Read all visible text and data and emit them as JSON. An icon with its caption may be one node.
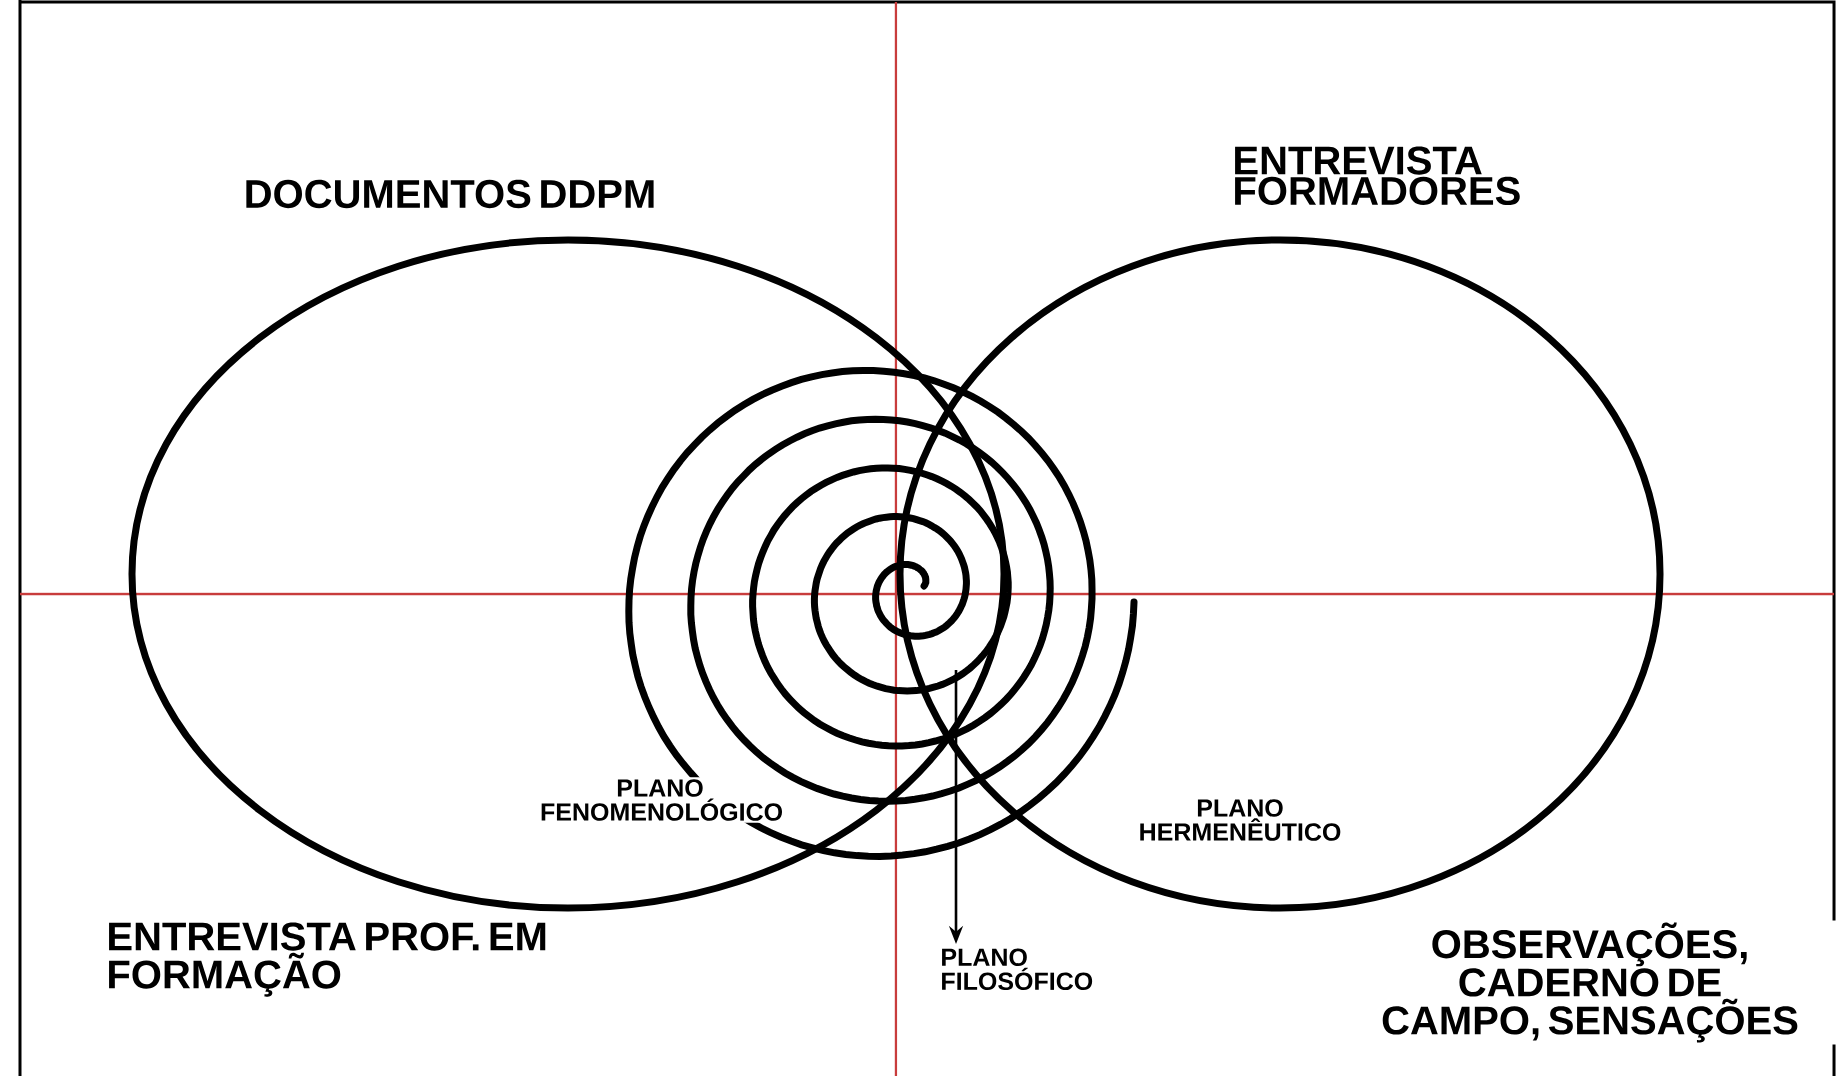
{
  "diagram": {
    "nodes": [
      {
        "text": [],
        "shape": "picture"
      },
      {
        "text": [
          "PLANO FILOSÓFICO"
        ]
      }
    ],
    "edges": [
      {
        "from": 0,
        "to": 1,
        "arrow": "to"
      }
    ],
    "labels": [
      "DOCUMENTOS DDPM",
      "ENTREVISTA FORMADORES",
      "PLANO FENOMENOLÓGICO",
      "PLANO HERMENÊUTICO",
      "ENTREVISTA PROF. EM FORMAÇÃO",
      "OBSERVAÇÕES, CADERNO DE CAMPO, SENSAÇÕES"
    ]
  }
}
